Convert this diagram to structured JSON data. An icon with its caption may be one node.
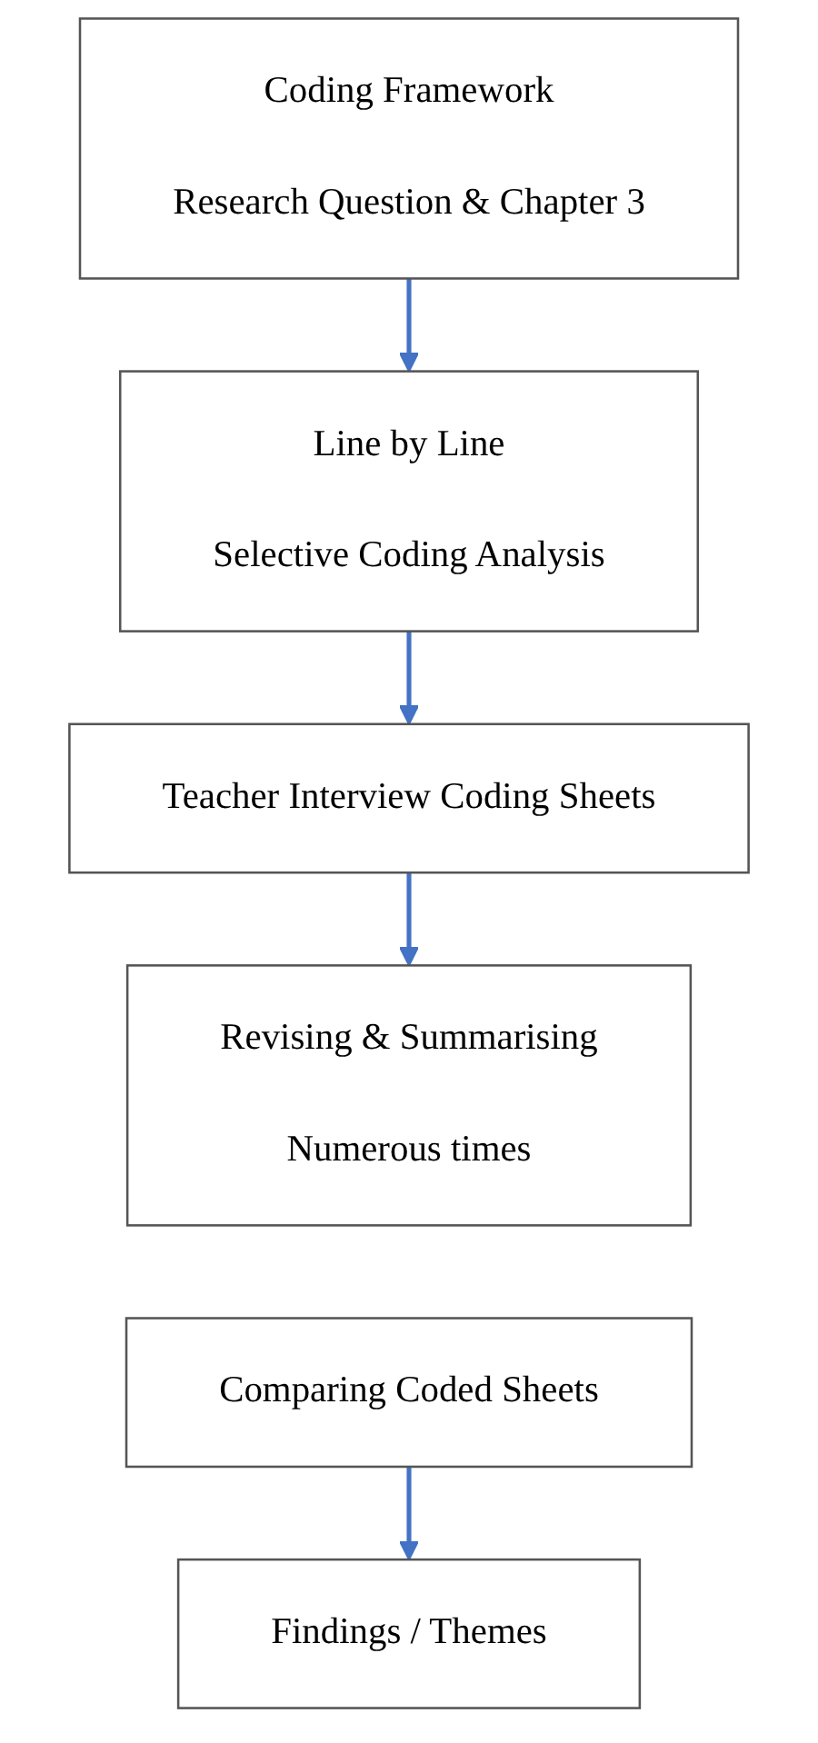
{
  "diagram": {
    "nodes": [
      {
        "text": [
          "Coding Framework",
          "Research Question & Chapter 3"
        ]
      },
      {
        "text": [
          "Line by Line",
          "Selective Coding Analysis"
        ]
      },
      {
        "text": [
          "Teacher Interview Coding Sheets"
        ]
      },
      {
        "text": [
          "Revising & Summarising",
          "Numerous times"
        ]
      },
      {
        "text": [
          "Comparing Coded Sheets"
        ]
      },
      {
        "text": [
          "Findings / Themes"
        ]
      }
    ],
    "edges": [
      {
        "from": 0,
        "to": 1,
        "arrow": "to"
      },
      {
        "from": 1,
        "to": 2,
        "arrow": "to"
      },
      {
        "from": 2,
        "to": 3,
        "arrow": "to"
      },
      {
        "from": 4,
        "to": 5,
        "arrow": "to"
      }
    ]
  }
}
